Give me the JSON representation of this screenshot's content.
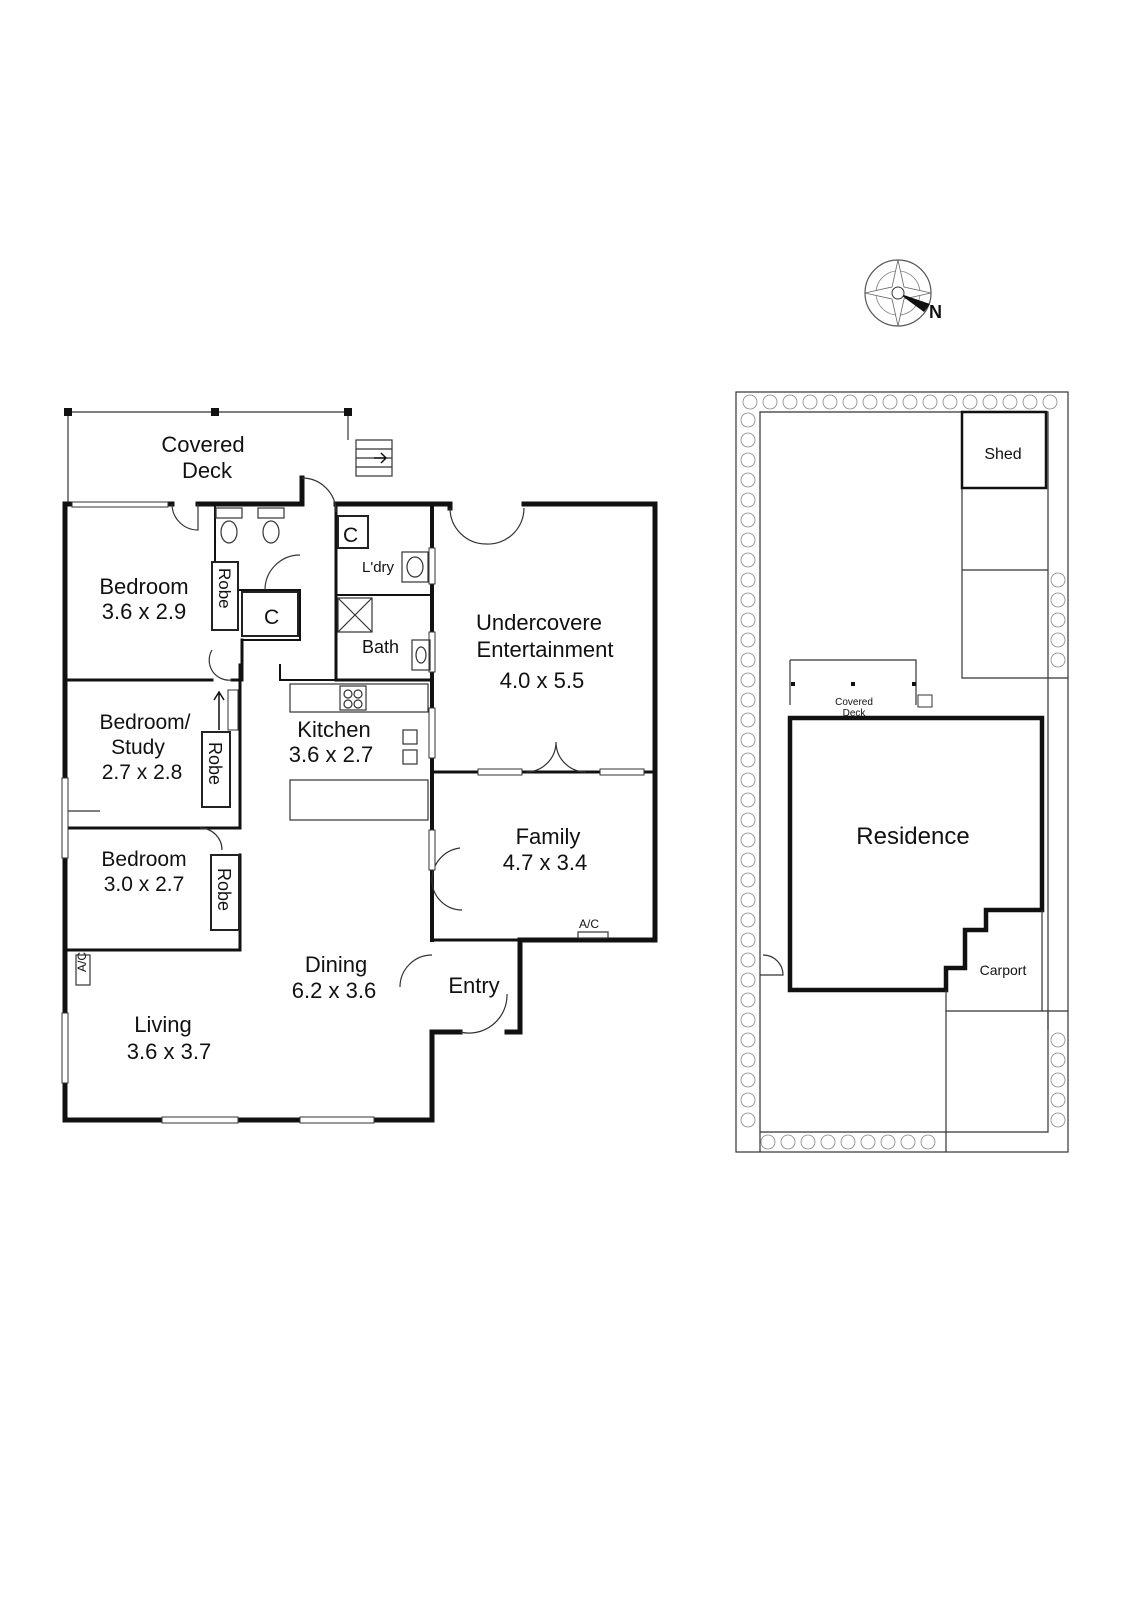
{
  "compass": {
    "label": "N"
  },
  "floor_plan": {
    "rooms": {
      "covered_deck": [
        "Covered",
        "Deck"
      ],
      "bedroom1": [
        "Bedroom",
        "3.6 x 2.9"
      ],
      "bedroom_study": [
        "Bedroom/",
        "Study",
        "2.7 x 2.8"
      ],
      "bedroom2": [
        "Bedroom",
        "3.0 x 2.7"
      ],
      "living": [
        "Living",
        "3.6 x 3.7"
      ],
      "dining": [
        "Dining",
        "6.2 x 3.6"
      ],
      "kitchen": [
        "Kitchen",
        "3.6 x 2.7"
      ],
      "undercover": [
        "Undercovere",
        "Entertainment",
        "4.0 x 5.5"
      ],
      "family": [
        "Family",
        "4.7 x 3.4"
      ],
      "entry": "Entry",
      "laundry": "L'dry",
      "bath": "Bath"
    },
    "labels": {
      "robe": "Robe",
      "cupboard": "C",
      "ac": "A/C"
    }
  },
  "site_plan": {
    "shed": "Shed",
    "covered_deck": [
      "Covered",
      "Deck"
    ],
    "residence": "Residence",
    "carport": "Carport"
  }
}
